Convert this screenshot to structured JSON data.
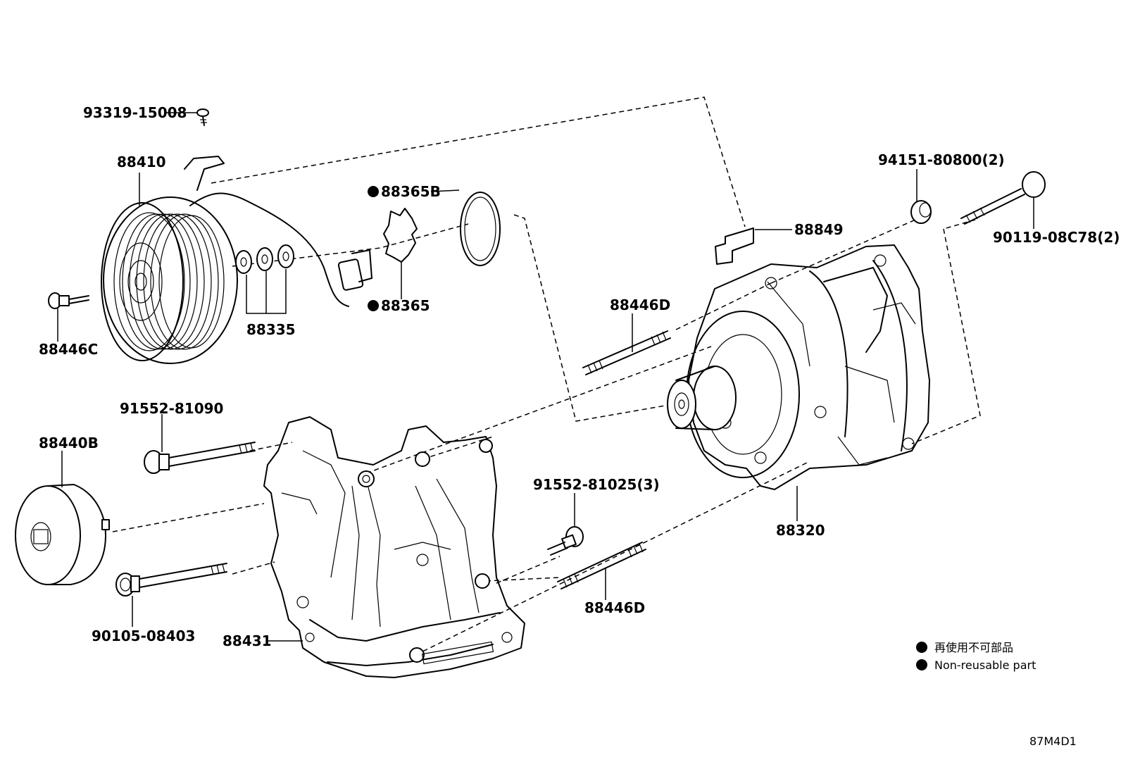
{
  "diagram": {
    "parts": {
      "bolt_top_screw": "93319-15008",
      "clutch_pulley": "88410",
      "snap_ring_b": "88365B",
      "snap_ring": "88365",
      "shims": "88335",
      "bolt_pulley": "88446C",
      "bracket_clip": "88849",
      "nut": "94151-80800(2)",
      "bolt_long": "90119-08C78(2)",
      "stud_upper": "88446D",
      "compressor": "88320",
      "bolt_bracket_upper": "91552-81090",
      "idler_pulley": "88440B",
      "bolt_idler": "90105-08403",
      "bracket": "88431",
      "bolt_small": "91552-81025(3)",
      "stud_lower": "88446D"
    },
    "legend": {
      "line1": "再使用不可部品",
      "line2": "Non-reusable part"
    },
    "figure_code": "87M4D1"
  }
}
